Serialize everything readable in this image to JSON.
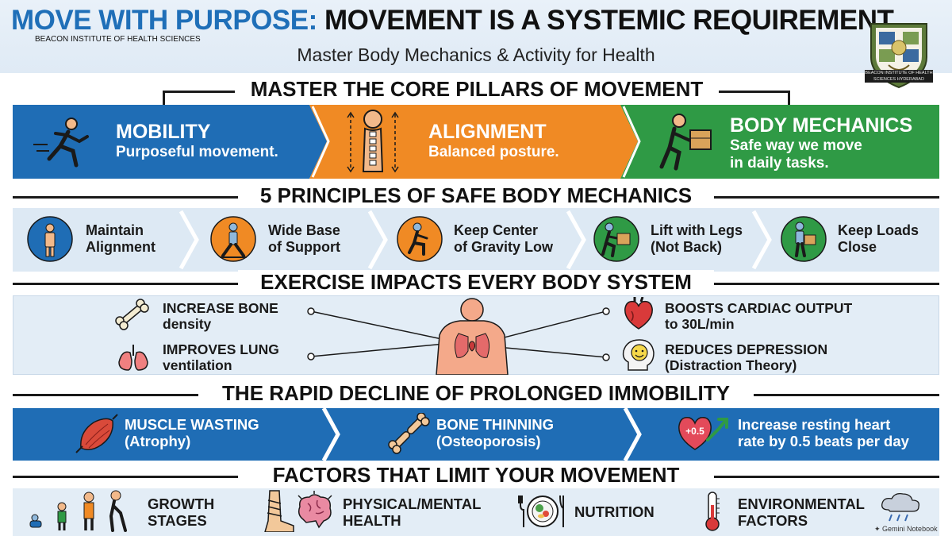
{
  "header": {
    "title_accent": "MOVE WITH PURPOSE:",
    "title_rest": "MOVEMENT IS A SYSTEMIC REQUIREMENT",
    "institution": "BEACON INSTITUTE OF HEALTH SCIENCES",
    "subtitle": "Master Body Mechanics & Activity for Health",
    "logo_ribbon": "BEACON INSTITUTE OF HEALTH SCIENCES HYDERABAD"
  },
  "pillars": {
    "heading": "MASTER THE CORE PILLARS OF MOVEMENT",
    "items": [
      {
        "title": "MOBILITY",
        "desc": "Purposeful movement.",
        "icon": "running-person-icon",
        "color": "#1f6db5"
      },
      {
        "title": "ALIGNMENT",
        "desc": "Balanced posture.",
        "icon": "spine-icon",
        "color": "#f08a24"
      },
      {
        "title": "BODY MECHANICS",
        "desc": "Safe way we move in daily tasks.",
        "desc_line1": "Safe way we move",
        "desc_line2": "in daily tasks.",
        "icon": "lifting-box-icon",
        "color": "#2f9a45"
      }
    ]
  },
  "principles": {
    "heading": "5 PRINCIPLES OF SAFE BODY MECHANICS",
    "items": [
      {
        "line1": "Maintain",
        "line2": "Alignment",
        "icon": "standing-person-icon",
        "color": "#1f6db5"
      },
      {
        "line1": "Wide Base",
        "line2": "of Support",
        "icon": "wide-stance-icon",
        "color": "#f08a24"
      },
      {
        "line1": "Keep Center",
        "line2": "of Gravity Low",
        "icon": "squatting-person-icon",
        "color": "#f08a24"
      },
      {
        "line1": "Lift with Legs",
        "line2": "(Not Back)",
        "icon": "lift-box-icon",
        "color": "#2f9a45"
      },
      {
        "line1": "Keep Loads",
        "line2": "Close",
        "icon": "carry-box-icon",
        "color": "#2f9a45"
      }
    ]
  },
  "exercise": {
    "heading": "EXERCISE IMPACTS EVERY BODY SYSTEM",
    "items": [
      {
        "line1": "INCREASE BONE",
        "line2": "density",
        "icon": "bone-icon"
      },
      {
        "line1": "IMPROVES LUNG",
        "line2": "ventilation",
        "icon": "lungs-icon"
      },
      {
        "line1": "BOOSTS CARDIAC OUTPUT",
        "line2": "to 30L/min",
        "icon": "heart-icon"
      },
      {
        "line1": "REDUCES DEPRESSION",
        "line2": "(Distraction Theory)",
        "icon": "smiling-head-icon"
      }
    ]
  },
  "decline": {
    "heading": "THE RAPID DECLINE OF PROLONGED IMMOBILITY",
    "items": [
      {
        "line1": "MUSCLE WASTING",
        "line2": "(Atrophy)",
        "icon": "muscle-icon"
      },
      {
        "line1": "BONE THINNING",
        "line2": "(Osteoporosis)",
        "icon": "broken-bone-icon"
      },
      {
        "line1": "Increase resting heart",
        "line2": "rate by 0.5 beats per day",
        "icon": "heart-rate-icon",
        "badge": "+0.5"
      }
    ]
  },
  "factors": {
    "heading": "FACTORS THAT LIMIT YOUR MOVEMENT",
    "items": [
      {
        "line1": "GROWTH",
        "line2": "STAGES",
        "icon": "growth-stages-icon"
      },
      {
        "line1": "PHYSICAL/MENTAL",
        "line2": "HEALTH",
        "icon": "brain-icon"
      },
      {
        "line1": "NUTRITION",
        "line2": "",
        "icon": "plate-icon"
      },
      {
        "line1": "ENVIRONMENTAL",
        "line2": "FACTORS",
        "icon": "thermometer-icon"
      }
    ]
  },
  "footer": {
    "watermark": "Gemini Notebook"
  },
  "colors": {
    "blue": "#1f6db5",
    "orange": "#f08a24",
    "green": "#2f9a45",
    "accent": "#1f6fb8"
  }
}
